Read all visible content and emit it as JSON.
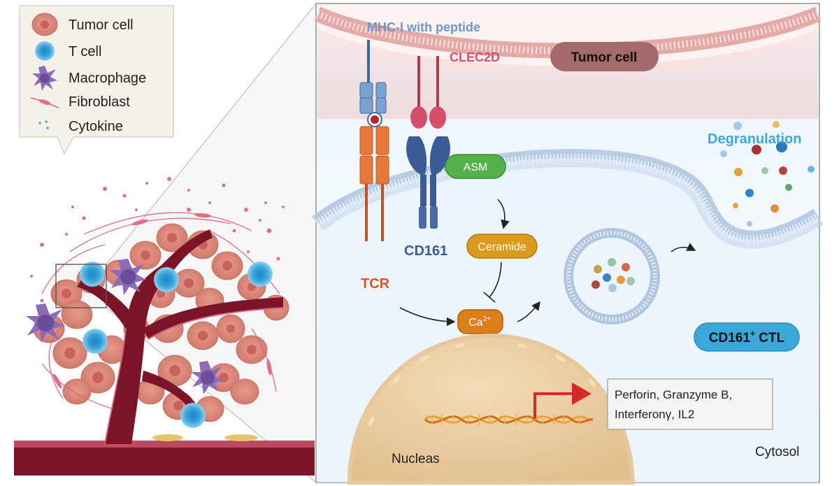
{
  "legend": {
    "items": [
      {
        "label": "Tumor cell",
        "icon": "tumor-cell-icon"
      },
      {
        "label": "T cell",
        "icon": "t-cell-icon"
      },
      {
        "label": "Macrophage",
        "icon": "macrophage-icon"
      },
      {
        "label": "Fibroblast",
        "icon": "fibroblast-icon"
      },
      {
        "label": "Cytokine",
        "icon": "cytokine-icon"
      }
    ]
  },
  "panel": {
    "mhc_label": "MHC-I with peptide",
    "clec2d_label": "CLEC2D",
    "tumor_cell_label": "Tumor cell",
    "degranulation_label": "Degranulation",
    "asm_label": "ASM",
    "ceramide_label": "Ceramide",
    "cd161_label": "CD161",
    "tcr_label": "TCR",
    "calcium_base": "Ca",
    "calcium_sup": "2+",
    "ctl_base": "CD161",
    "ctl_sup": "+",
    "ctl_tail": " CTL",
    "genes_line1": "Perforin, Granzyme B,",
    "genes_line2": "Interferonγ, IL2",
    "nucleus_label": "Nucleas",
    "cytosol_label": "Cytosol"
  },
  "colors": {
    "mhc_blue": "#6f97c6",
    "clec2d_red": "#d4506a",
    "tcr_orange": "#d4562a",
    "cd161_blue": "#3a5a98",
    "degran_blue": "#3aa8d8",
    "asm_green": "#55b04a",
    "ceramide_orange": "#d99a1e",
    "calcium_orange": "#dc7f1b",
    "vessel_red": "#7a1426",
    "arrow_red": "#d42a2a"
  }
}
